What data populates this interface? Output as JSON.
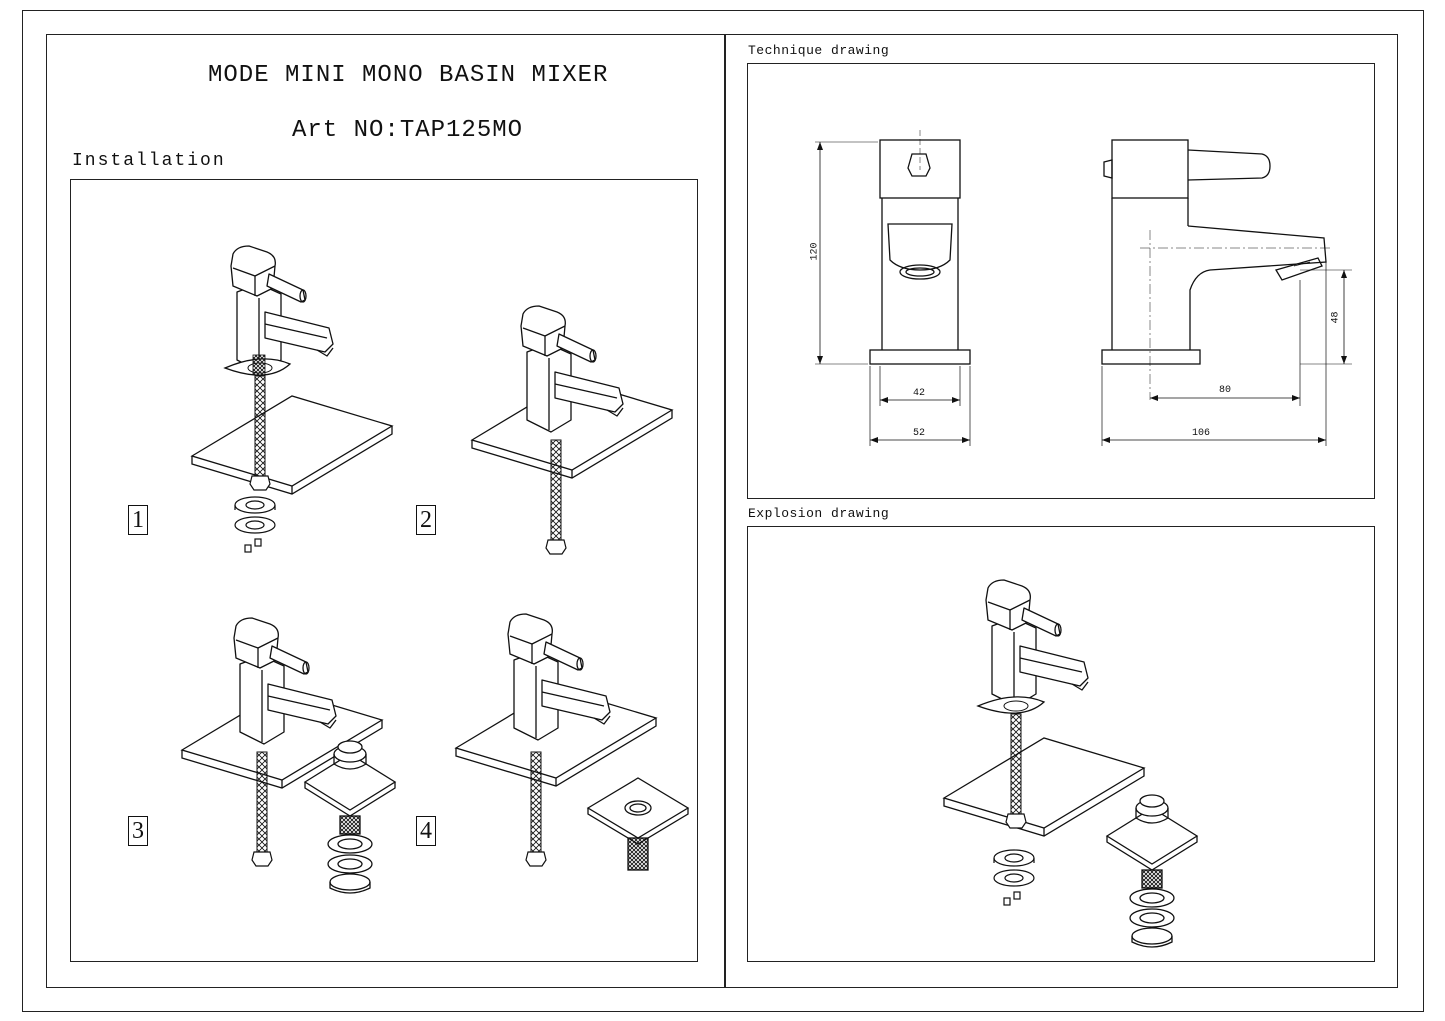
{
  "header": {
    "title": "MODE MINI MONO BASIN MIXER",
    "art_no": "Art NO:TAP125MO"
  },
  "sections": {
    "installation": "Installation",
    "technique": "Technique drawing",
    "explosion": "Explosion drawing"
  },
  "steps": [
    "1",
    "2",
    "3",
    "4"
  ],
  "dimensions": {
    "height": "120",
    "base_inner": "42",
    "base_outer": "52",
    "spout_height": "48",
    "spout_reach": "80",
    "total_depth": "106"
  }
}
